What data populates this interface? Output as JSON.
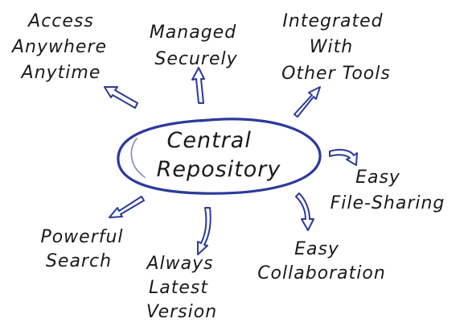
{
  "colors": {
    "ink": "#1a1a1a",
    "accent": "#2b3a9c",
    "arrow_fill": "#ffffff",
    "background": "#ffffff"
  },
  "center": {
    "lines": [
      "Central",
      "Repository"
    ]
  },
  "nodes": [
    {
      "id": "access",
      "lines": [
        "Access",
        "Anywhere",
        "Anytime"
      ]
    },
    {
      "id": "managed",
      "lines": [
        "Managed",
        "Securely"
      ]
    },
    {
      "id": "integrated",
      "lines": [
        "Integrated",
        "With",
        "Other Tools"
      ]
    },
    {
      "id": "file-sharing",
      "lines": [
        "Easy",
        "File-Sharing"
      ]
    },
    {
      "id": "collaboration",
      "lines": [
        "Easy",
        "Collaboration"
      ]
    },
    {
      "id": "latest-version",
      "lines": [
        "Always",
        "Latest",
        "Version"
      ]
    },
    {
      "id": "search",
      "lines": [
        "Powerful",
        "Search"
      ]
    }
  ]
}
